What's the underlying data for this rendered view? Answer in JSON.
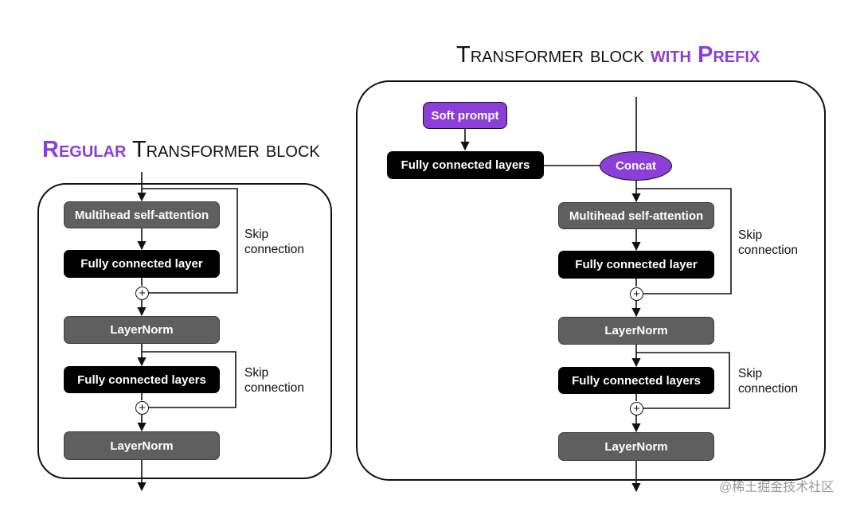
{
  "left": {
    "title_accent": "Regular",
    "title_rest": "Transformer block",
    "attention": "Multihead self-attention",
    "fc_layer": "Fully connected layer",
    "layernorm_1": "LayerNorm",
    "fc_layers": "Fully connected layers",
    "layernorm_2": "LayerNorm",
    "skip_1": "Skip\nconnection",
    "skip_2": "Skip\nconnection"
  },
  "right": {
    "title_rest": "Transformer block",
    "title_accent": "with Prefix",
    "soft_prompt": "Soft prompt",
    "prefix_fc": "Fully connected layers",
    "concat": "Concat",
    "attention": "Multihead self-attention",
    "fc_layer": "Fully connected layer",
    "layernorm_1": "LayerNorm",
    "fc_layers": "Fully connected layers",
    "layernorm_2": "LayerNorm",
    "skip_1": "Skip\nconnection",
    "skip_2": "Skip\nconnection"
  },
  "symbols": {
    "plus": "+"
  },
  "watermark": "@稀土掘金技术社区",
  "colors": {
    "accent": "#8b3fd8",
    "gray_box": "#5f5f5f",
    "black_box": "#000000"
  }
}
